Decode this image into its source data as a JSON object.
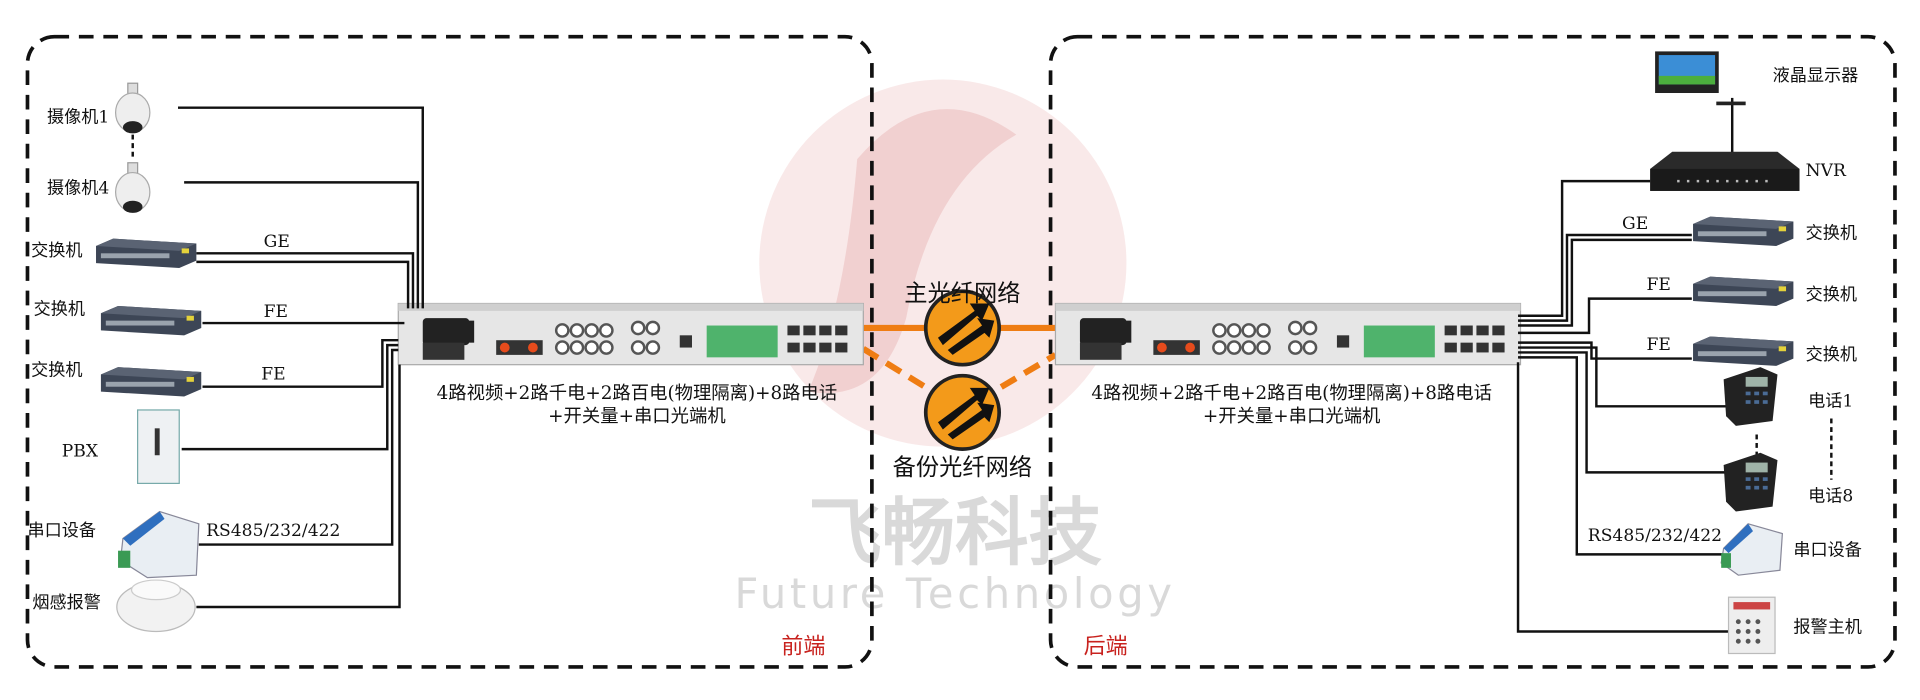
{
  "colors": {
    "fiber": "#ef7d13",
    "region_label": "#c8221e",
    "watermark": "#f2d3d3"
  },
  "watermark": {
    "cn": "飞畅科技",
    "en": "Future Technology"
  },
  "networks": {
    "main": "主光纤网络",
    "backup": "备份光纤网络"
  },
  "front": {
    "region": "前端",
    "device_caption": [
      "4路视频+2路千电+2路百电(物理隔离)+8路电话",
      "+开关量+串口光端机"
    ],
    "items": [
      {
        "label": "摄像机1",
        "icon": "dome-camera-icon"
      },
      {
        "label": "摄像机4",
        "icon": "dome-camera-icon"
      },
      {
        "label": "交换机",
        "link": "GE",
        "icon": "switch-icon"
      },
      {
        "label": "交换机",
        "link": "FE",
        "icon": "switch-icon"
      },
      {
        "label": "交换机",
        "link": "FE",
        "icon": "switch-icon"
      },
      {
        "label": "PBX",
        "icon": "pbx-cabinet-icon"
      },
      {
        "label": "串口设备",
        "link": "RS485/232/422",
        "icon": "serial-device-icon"
      },
      {
        "label": "烟感报警",
        "icon": "smoke-detector-icon"
      }
    ]
  },
  "back": {
    "region": "后端",
    "device_caption": [
      "4路视频+2路千电+2路百电(物理隔离)+8路电话",
      "+开关量+串口光端机"
    ],
    "items": [
      {
        "label": "液晶显示器",
        "icon": "monitor-icon"
      },
      {
        "label": "NVR",
        "icon": "nvr-icon"
      },
      {
        "label": "交换机",
        "link": "GE",
        "icon": "switch-icon"
      },
      {
        "label": "交换机",
        "link": "FE",
        "icon": "switch-icon"
      },
      {
        "label": "交换机",
        "link": "FE",
        "icon": "switch-icon"
      },
      {
        "label": "电话1",
        "icon": "phone-icon"
      },
      {
        "label": "电话8",
        "icon": "phone-icon"
      },
      {
        "label": "串口设备",
        "link": "RS485/232/422",
        "icon": "serial-device-icon"
      },
      {
        "label": "报警主机",
        "icon": "alarm-host-icon"
      }
    ]
  }
}
